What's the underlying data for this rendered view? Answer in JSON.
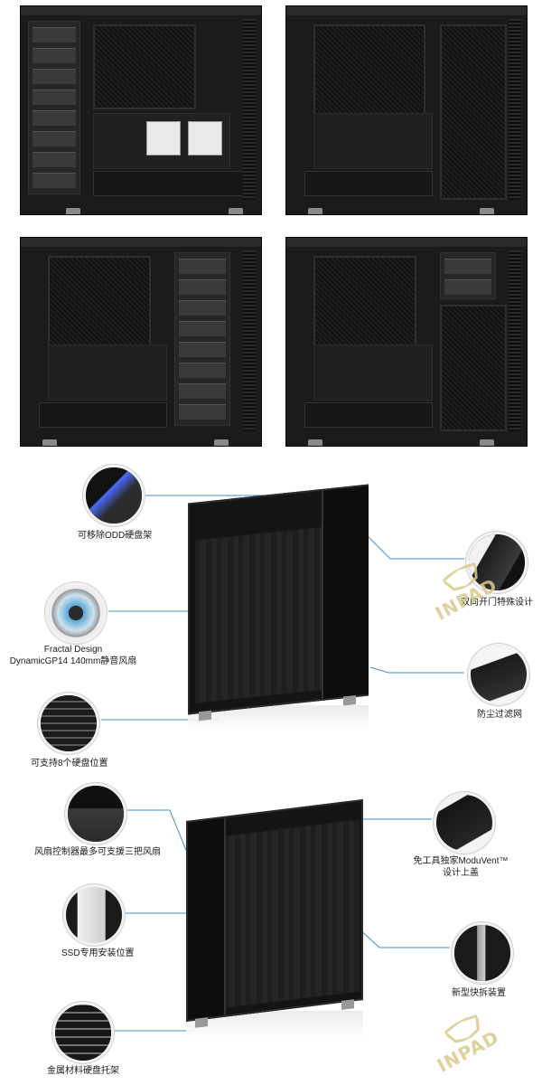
{
  "section1": {
    "photos": [
      {
        "name": "view-open-hdd-cage-ssd"
      },
      {
        "name": "view-rear-open-no-cage"
      },
      {
        "name": "view-front-cage-full"
      },
      {
        "name": "view-front-cage-reduced"
      }
    ]
  },
  "section2": {
    "labels": {
      "odd": "可移除ODD硬盘架",
      "fan_line1": "Fractal Design",
      "fan_line2": "DynamicGP14 140mm静音风扇",
      "hdd8": "可支持8个硬盘位置",
      "door": "双向开门特殊设计",
      "filter": "防尘过滤网"
    },
    "watermark": "INPAD"
  },
  "section3": {
    "labels": {
      "fanctrl": "风扇控制器最多可支援三把风扇",
      "ssd": "SSD专用安装位置",
      "tray": "金属材料硬盘托架",
      "moduvent_line1": "免工具独家ModuVent™",
      "moduvent_line2": "设计上盖",
      "quick": "新型快拆装置"
    },
    "watermark": "INPAD"
  },
  "colors": {
    "line": "#3d8fd1",
    "case": "#141414",
    "watermark": "#d9c98a"
  }
}
